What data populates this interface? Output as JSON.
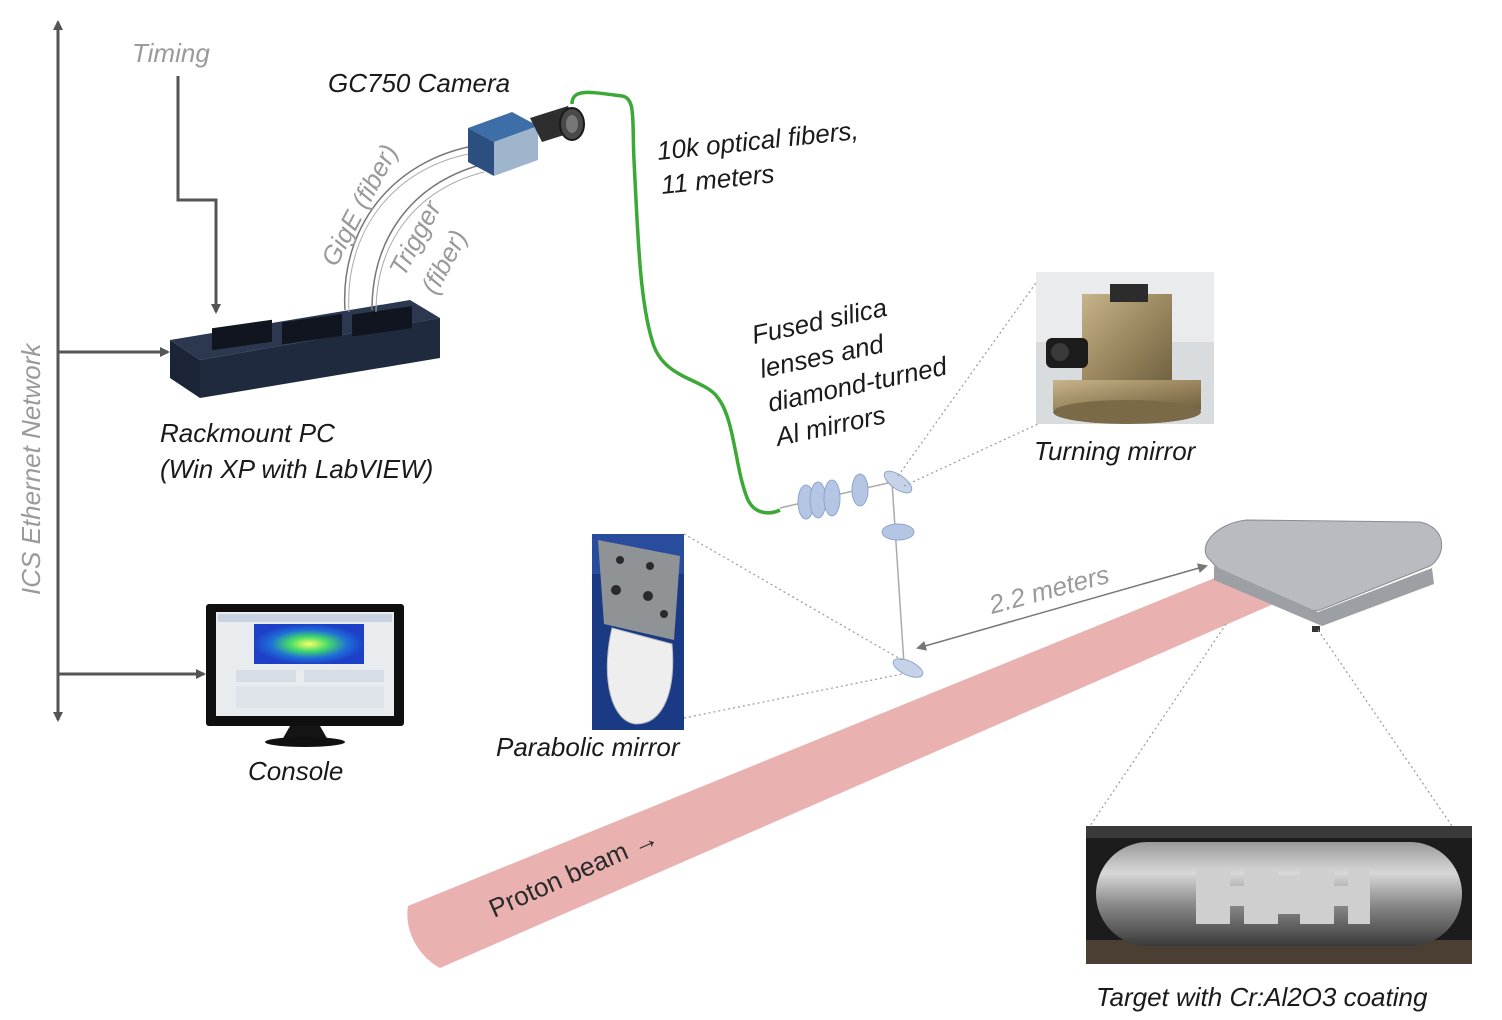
{
  "network": {
    "label": "ICS Ethernet Network"
  },
  "timing": {
    "label": "Timing"
  },
  "camera": {
    "label": "GC750 Camera"
  },
  "fibers": {
    "line1": "10k optical fibers,",
    "line2": "11 meters"
  },
  "links": {
    "gige": "GigE (fiber)",
    "trigger_line1": "Trigger",
    "trigger_line2": "(fiber)"
  },
  "pc": {
    "line1": "Rackmount PC",
    "line2": "(Win XP with LabVIEW)"
  },
  "optics": {
    "line1": "Fused silica",
    "line2": "lenses and",
    "line3": "diamond-turned",
    "line4": "Al mirrors"
  },
  "turning_mirror": {
    "label": "Turning mirror"
  },
  "parabolic_mirror": {
    "label": "Parabolic mirror"
  },
  "console": {
    "label": "Console"
  },
  "distance": {
    "label": "2.2 meters"
  },
  "beam": {
    "label": "Proton beam →"
  },
  "target": {
    "label": "Target with Cr:Al2O3 coating"
  },
  "colors": {
    "fiber_bundle": "#3aa935",
    "proton_beam": "#e8a9a9",
    "arrow": "#555555",
    "gray_text": "#9a9a9a"
  }
}
